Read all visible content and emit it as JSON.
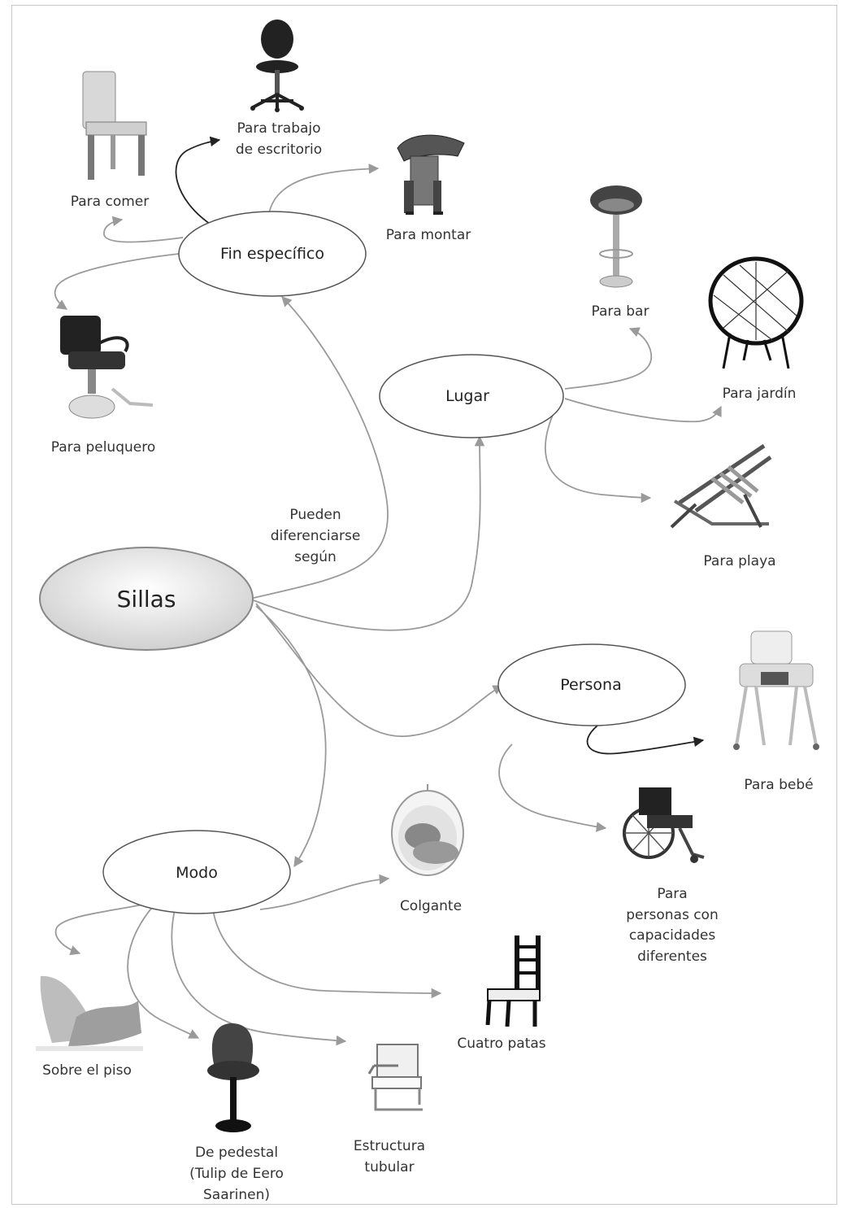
{
  "root": {
    "label": "Sillas"
  },
  "relation": {
    "lines": [
      "Pueden",
      "diferenciarse",
      "según"
    ]
  },
  "categories": {
    "fin": {
      "label": "Fin específico"
    },
    "lugar": {
      "label": "Lugar"
    },
    "persona": {
      "label": "Persona"
    },
    "modo": {
      "label": "Modo"
    }
  },
  "leaves": {
    "comer": {
      "lines": [
        "Para comer"
      ]
    },
    "escritorio": {
      "lines": [
        "Para trabajo",
        "de escritorio"
      ]
    },
    "montar": {
      "lines": [
        "Para montar"
      ]
    },
    "peluquero": {
      "lines": [
        "Para peluquero"
      ]
    },
    "bar": {
      "lines": [
        "Para bar"
      ]
    },
    "jardin": {
      "lines": [
        "Para jardín"
      ]
    },
    "playa": {
      "lines": [
        "Para playa"
      ]
    },
    "bebe": {
      "lines": [
        "Para bebé"
      ]
    },
    "capacidades": {
      "lines": [
        "Para",
        "personas con",
        "capacidades",
        "diferentes"
      ]
    },
    "colgante": {
      "lines": [
        "Colgante"
      ]
    },
    "cuatro": {
      "lines": [
        "Cuatro patas"
      ]
    },
    "piso": {
      "lines": [
        "Sobre el piso"
      ]
    },
    "pedestal": {
      "lines": [
        "De pedestal",
        "(Tulip de Eero",
        "Saarinen)"
      ]
    },
    "tubular": {
      "lines": [
        "Estructura",
        "tubular"
      ]
    }
  },
  "icons": [
    "dining-chair-icon",
    "office-chair-icon",
    "saddle-icon",
    "barber-chair-icon",
    "bar-stool-icon",
    "garden-chair-icon",
    "beach-chair-icon",
    "high-chair-icon",
    "wheelchair-icon",
    "hanging-chair-icon",
    "four-leg-chair-icon",
    "floor-chair-icon",
    "tulip-chair-icon",
    "tubular-chair-icon"
  ],
  "colors": {
    "edge": "#9a9a9a",
    "edge_emphasis": "#222222",
    "ellipse_stroke": "#555555",
    "root_fill": "#e6e6e6"
  }
}
